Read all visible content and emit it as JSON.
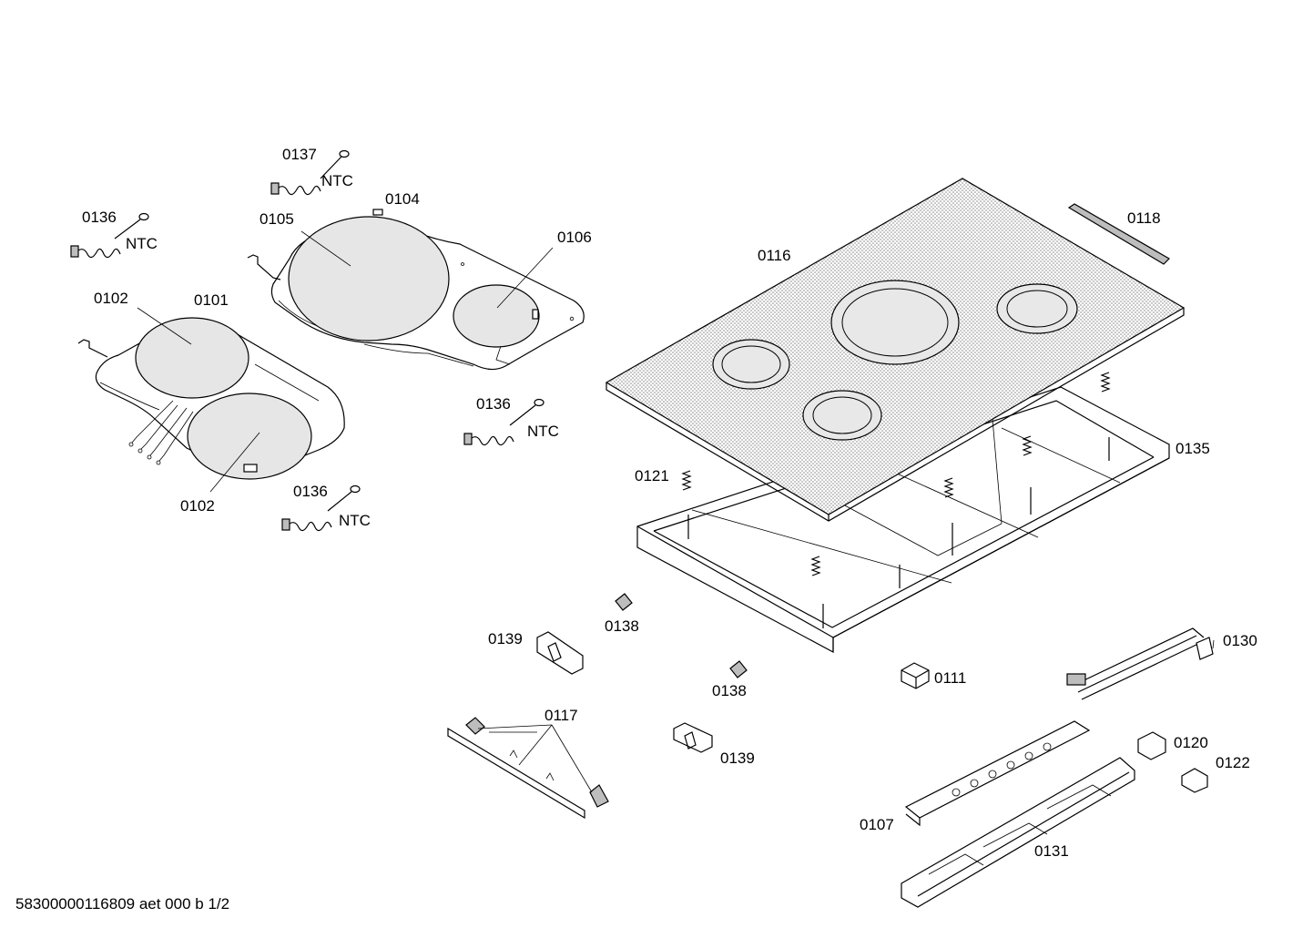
{
  "footer": {
    "doc_id": "58300000116809 aet 000 b 1/2"
  },
  "labels": {
    "p0101": "0101",
    "p0102a": "0102",
    "p0102b": "0102",
    "p0104": "0104",
    "p0105": "0105",
    "p0106": "0106",
    "p0107": "0107",
    "p0111": "0111",
    "p0116": "0116",
    "p0117": "0117",
    "p0118": "0118",
    "p0120": "0120",
    "p0121": "0121",
    "p0122": "0122",
    "p0130": "0130",
    "p0131": "0131",
    "p0135": "0135",
    "p0136a": "0136",
    "p0136b": "0136",
    "p0136c": "0136",
    "p0137": "0137",
    "p0138a": "0138",
    "p0138b": "0138",
    "p0139a": "0139",
    "p0139b": "0139",
    "ntc_a": "NTC",
    "ntc_b": "NTC",
    "ntc_c": "NTC",
    "ntc_d": "NTC"
  }
}
